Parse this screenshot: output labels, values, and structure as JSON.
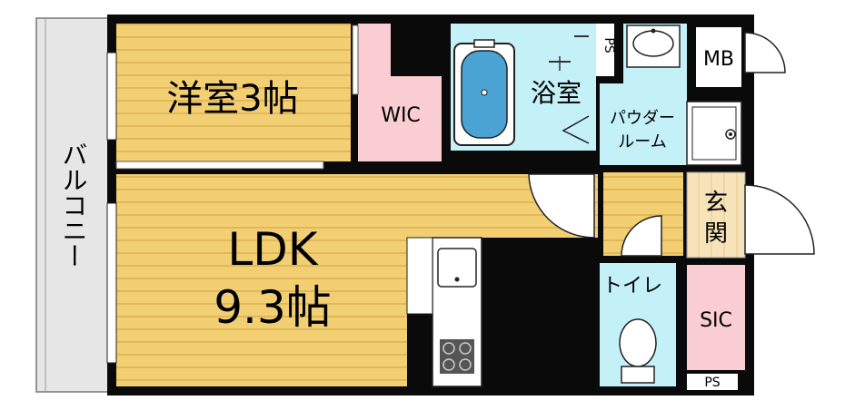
{
  "rooms": {
    "western": {
      "name": "洋室3帖"
    },
    "wic": {
      "name": "WIC"
    },
    "bath": {
      "name": "浴室"
    },
    "powder": {
      "line1": "パウダー",
      "line2": "ルーム"
    },
    "mb": {
      "name": "MB"
    },
    "ps_top": {
      "name": "PS"
    },
    "ldk": {
      "line1": "LDK",
      "line2": "9.3帖"
    },
    "entrance": {
      "name": "玄関"
    },
    "toilet": {
      "name": "トイレ"
    },
    "sic": {
      "name": "SIC"
    },
    "ps_bottom": {
      "name": "PS"
    },
    "balcony": {
      "name": "バルコニー"
    }
  },
  "colors": {
    "wood_floor": "#F3CF73",
    "wood_line": "#D9AE4E",
    "wet_area": "#C4F0F7",
    "closet_pink": "#F9CDD1",
    "tile_floor": "#F7E3B9",
    "balcony": "#E6E6E6",
    "wall": "#0A0A0A"
  }
}
